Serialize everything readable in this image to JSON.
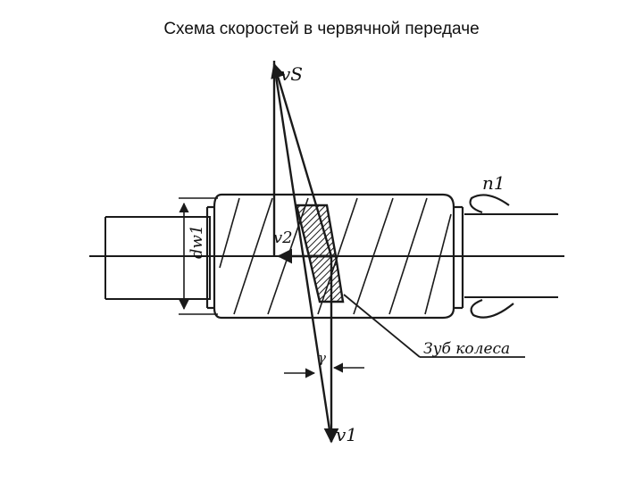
{
  "title": "Схема скоростей  в червячной передаче",
  "labels": {
    "vs": "vS",
    "v2": "v2",
    "v1": "v1",
    "dw1": "dw1",
    "n1": "n1",
    "gamma": "γ",
    "tooth": "Зуб колеса"
  },
  "colors": {
    "ink": "#1a1a1a",
    "background": "#ffffff"
  }
}
